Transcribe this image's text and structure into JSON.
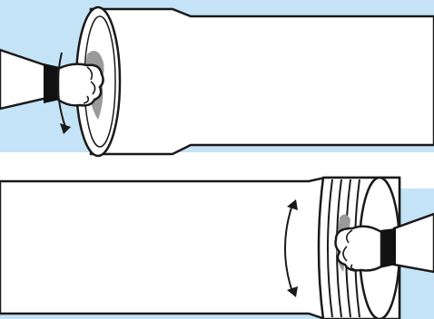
{
  "illustration": {
    "colors": {
      "sky": "#c5e3f6",
      "band": "#ffffff",
      "pipe": "#ffffff",
      "outline": "#1a1a1a",
      "glove": "#ffffff",
      "cuff": "#111111",
      "arm": "#ffffff",
      "shade": "#9a9a9a"
    },
    "panels": [
      {
        "name": "top-panel",
        "action": "rotate-end-insert-twist",
        "arrow": "curved-arrow-counterclockwise"
      },
      {
        "name": "bottom-panel",
        "action": "rotate-grooved-end",
        "arrow": "curved-arrow-vertical-double"
      }
    ]
  }
}
